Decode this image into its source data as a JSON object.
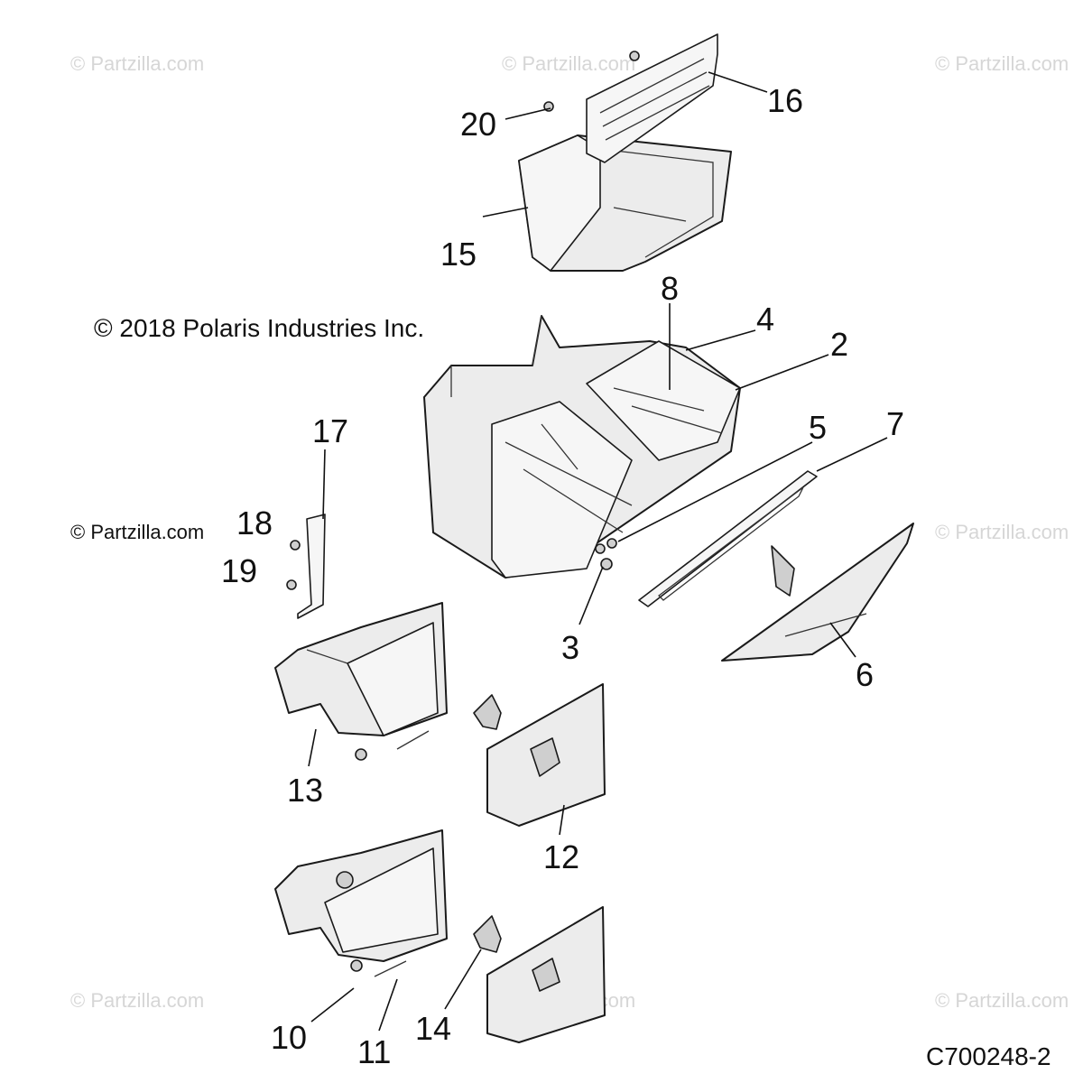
{
  "copyright": "© 2018 Polaris Industries Inc.",
  "watermark_text": "© Partzilla.com",
  "diagram_code": "C700248-2",
  "callouts": [
    "2",
    "3",
    "4",
    "5",
    "6",
    "7",
    "8",
    "10",
    "11",
    "12",
    "13",
    "14",
    "15",
    "16",
    "17",
    "18",
    "19",
    "20"
  ],
  "colors": {
    "part_fill": "#ececec",
    "outline": "#1a1a1a",
    "watermark": "#d6d6d6"
  }
}
